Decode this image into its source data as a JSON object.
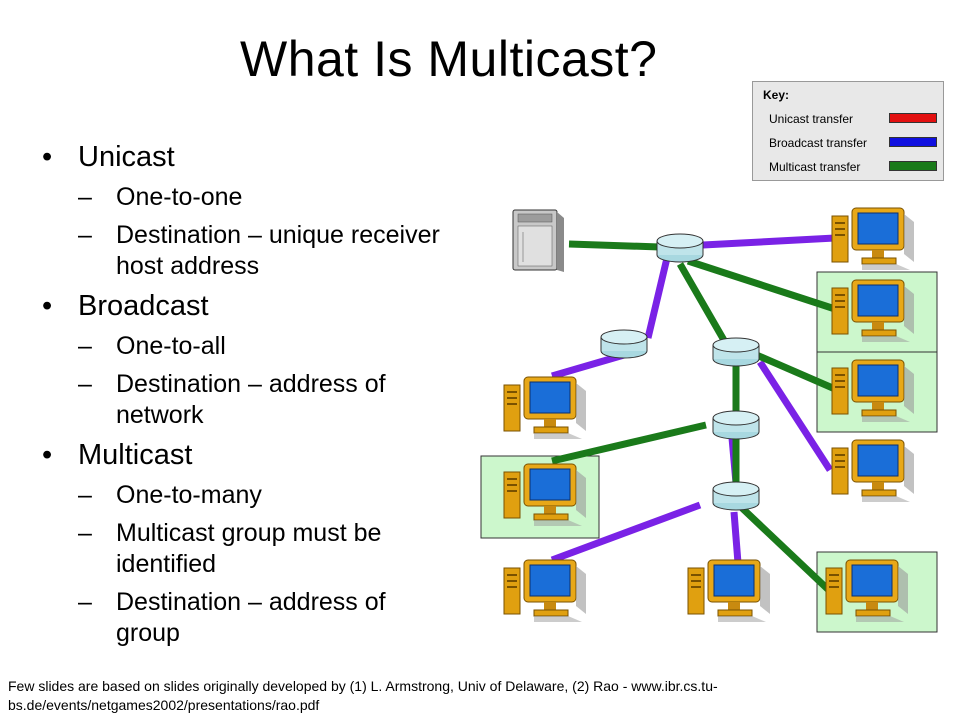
{
  "slide": {
    "title": "What Is Multicast?",
    "sections": [
      {
        "label": "Unicast",
        "items": [
          "One-to-one",
          "Destination – unique receiver host address"
        ]
      },
      {
        "label": "Broadcast",
        "items": [
          "One-to-all",
          "Destination – address of network"
        ]
      },
      {
        "label": "Multicast",
        "items": [
          "One-to-many",
          "Multicast group must be identified",
          "Destination – address of group"
        ]
      }
    ],
    "footer": "Few slides are based on slides originally developed by (1) L. Armstrong, Univ of Delaware, (2) Rao - www.ibr.cs.tu-bs.de/events/netgames2002/presentations/rao.pdf"
  },
  "key": {
    "title": "Key:",
    "entries": [
      {
        "label": "Unicast transfer",
        "color": "#e31010"
      },
      {
        "label": "Broadcast transfer",
        "color": "#1010e0"
      },
      {
        "label": "Multicast transfer",
        "color": "#1a7a1a"
      }
    ]
  },
  "diagram": {
    "colors": {
      "broadcast_link": "#7a22e6",
      "multicast_link": "#1a7a1a",
      "group_highlight": "#ccf7cc"
    },
    "nodes": [
      "server-icon",
      "router-icon",
      "computer-icon"
    ]
  }
}
